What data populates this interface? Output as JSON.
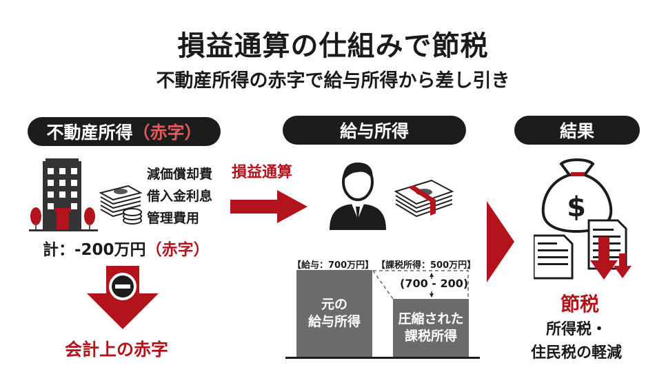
{
  "title": "損益通算の仕組みで節税",
  "subtitle": "不動産所得の赤字で給与所得から差し引き",
  "real_estate": {
    "header": "不動産所得",
    "header_red": "（赤字）",
    "expenses": [
      "減価償却費",
      "借入金利息",
      "管理費用"
    ],
    "total": "計：-200万円",
    "total_red": "（赤字）",
    "result": "会計上の赤字"
  },
  "arrow_label": "損益通算",
  "salary": {
    "header": "給与所得",
    "label_left": "【給与：700万円】",
    "label_right": "【課税所得：500万円】",
    "difference": "(700 - 200)",
    "bar_left": [
      "元の",
      "給与所得"
    ],
    "bar_right": [
      "圧縮された",
      "課税所得"
    ]
  },
  "result": {
    "header": "結果",
    "title": "節税",
    "lines": [
      "所得税・",
      "住民税の軽減"
    ]
  },
  "colors": {
    "accent": "#b3141b",
    "dark": "#1c1c1c",
    "bar": "#6b6b6b"
  }
}
